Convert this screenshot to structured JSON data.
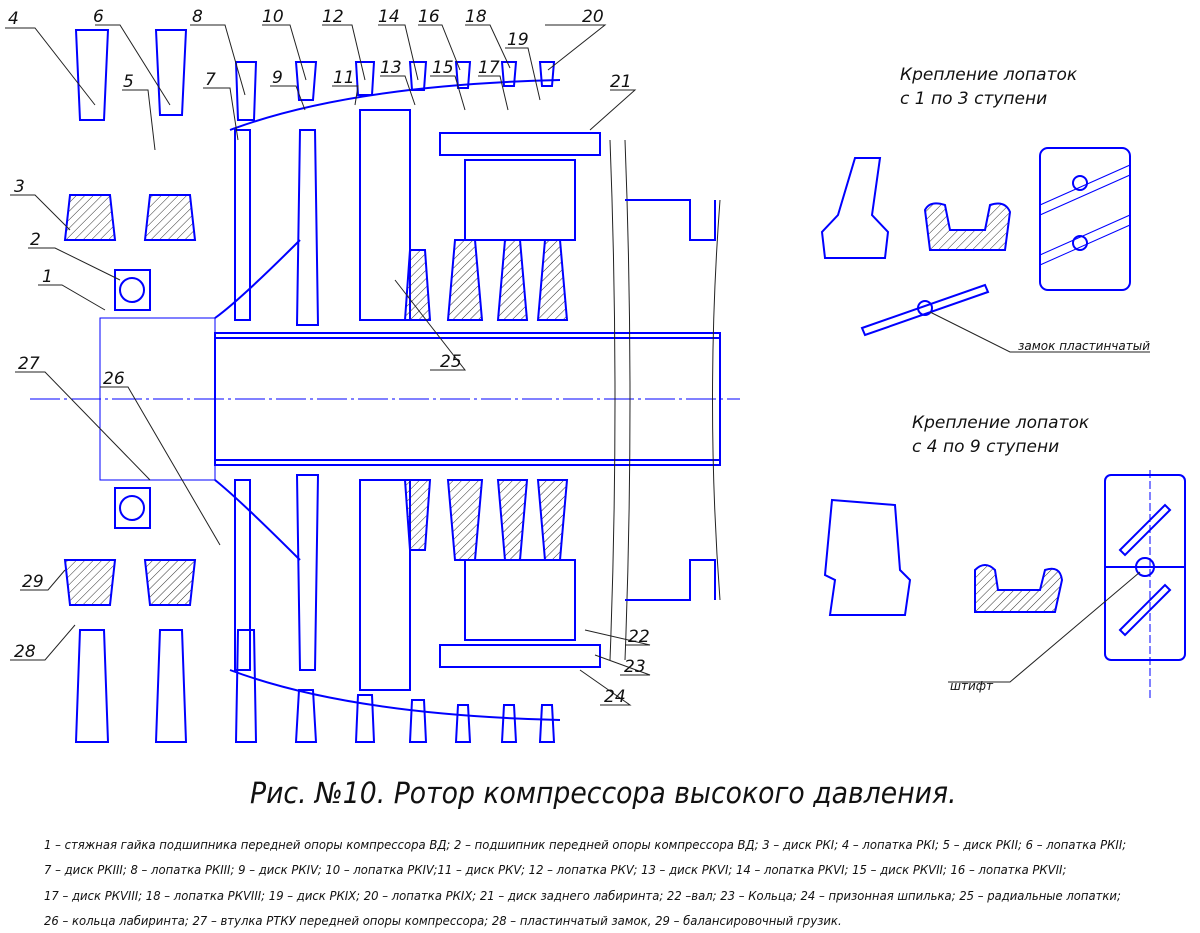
{
  "labels": {
    "n1": "1",
    "n2": "2",
    "n3": "3",
    "n4": "4",
    "n5": "5",
    "n6": "6",
    "n7": "7",
    "n8": "8",
    "n9": "9",
    "n10": "10",
    "n11": "11",
    "n12": "12",
    "n13": "13",
    "n14": "14",
    "n15": "15",
    "n16": "16",
    "n17": "17",
    "n18": "18",
    "n19": "19",
    "n20": "20",
    "n21": "21",
    "n22": "22",
    "n23": "23",
    "n24": "24",
    "n25": "25",
    "n26": "26",
    "n27": "27",
    "n28": "28",
    "n29": "29"
  },
  "details": {
    "top_title_1": "Крепление лопаток",
    "top_title_2": "с 1 по 3 ступени",
    "plate_lock": "замок пластинчатый",
    "bottom_title_1": "Крепление лопаток",
    "bottom_title_2": "с 4 по 9 ступени",
    "pin": "штифт"
  },
  "caption": "Рис. №10. Ротор компрессора высокого давления.",
  "legend": [
    "1 – стяжная гайка подшипника передней опоры компрессора ВД; 2 – подшипник передней опоры компрессора ВД; 3 – диск РКI; 4 – лопатка РКI; 5 – диск РКII; 6 – лопатка РКII;",
    " 7 – диск РКIII; 8 – лопатка РКIII; 9 – диск РКIV; 10 – лопатка РКIV;11 – диск РКV; 12 – лопатка РКV; 13 – диск РКVI; 14 – лопатка РКVI; 15 – диск РКVII; 16 – лопатка РКVII;",
    "17 – диск РКVIII; 18 – лопатка РКVIII; 19 – диск РКIX; 20 – лопатка РКIX; 21 – диск заднего лабиринта; 22 –вал; 23 – Кольца; 24 – призонная шпилька; 25 – радиальные лопатки;",
    "26 – кольца лабиринта; 27 – втулка РТКУ передней опоры компрессора; 28 – пластинчатый замок, 29 – балансировочный грузик."
  ],
  "colors": {
    "drawing": "#0000ff",
    "text": "#111111"
  }
}
